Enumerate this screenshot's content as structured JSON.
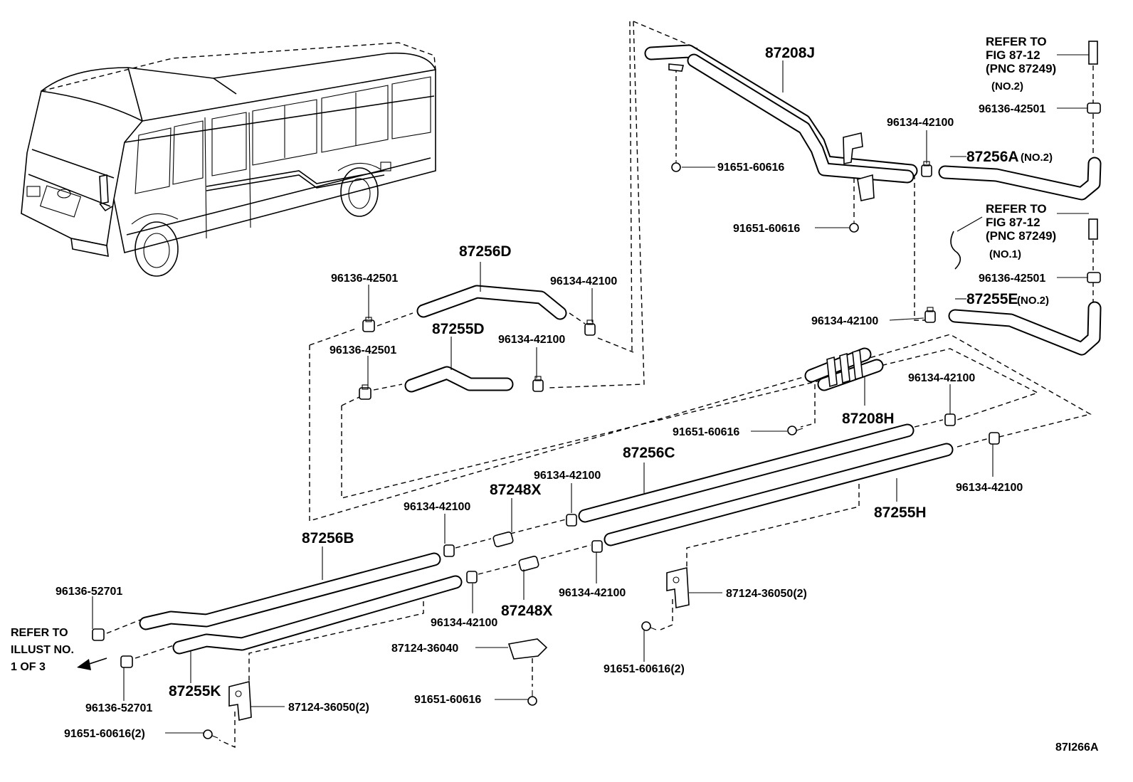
{
  "labels": {
    "p87208J": "87208J",
    "p87208H": "87208H",
    "p87256D": "87256D",
    "p87255D": "87255D",
    "p87256A": "87256A",
    "p87255E": "87255E",
    "p87256C": "87256C",
    "p87255H": "87255H",
    "p87256B": "87256B",
    "p87255K": "87255K",
    "p87248X_a": "87248X",
    "p87248X_b": "87248X",
    "no2_a": "(NO.2)",
    "no2_b": "(NO.2)",
    "c96134_top": "96134-42100",
    "c96136_r1": "96136-42501",
    "c96136_r2": "96136-42501",
    "b91651_a": "91651-60616",
    "b91651_b": "91651-60616",
    "c96136_ma": "96136-42501",
    "c96134_ma": "96134-42100",
    "c96136_mb": "96136-42501",
    "c96134_mb": "96134-42100",
    "c96134_e": "96134-42100",
    "b91651_h": "91651-60616",
    "c96134_rr": "96134-42100",
    "c96134_rr2": "96134-42100",
    "c96134_m1": "96134-42100",
    "c96134_m2": "96134-42100",
    "c96134_m3": "96134-42100",
    "c96134_m4": "96134-42100",
    "k87124_a": "87124-36050(2)",
    "k87124_b": "87124-36040",
    "k87124_c": "87124-36050(2)",
    "b91651_c": "91651-60616(2)",
    "b91651_d": "91651-60616",
    "b91651_e": "91651-60616(2)",
    "c96136_l1": "96136-52701",
    "c96136_l2": "96136-52701",
    "ref_top": [
      "REFER TO",
      "FIG 87-12",
      "(PNC 87249)",
      "(NO.2)"
    ],
    "ref_mid": [
      "REFER TO",
      "FIG 87-12",
      "(PNC 87249)",
      "(NO.1)"
    ],
    "ref_left": [
      "REFER TO",
      "ILLUST NO.",
      "1 OF 3"
    ],
    "figure_id": "87I266A"
  }
}
